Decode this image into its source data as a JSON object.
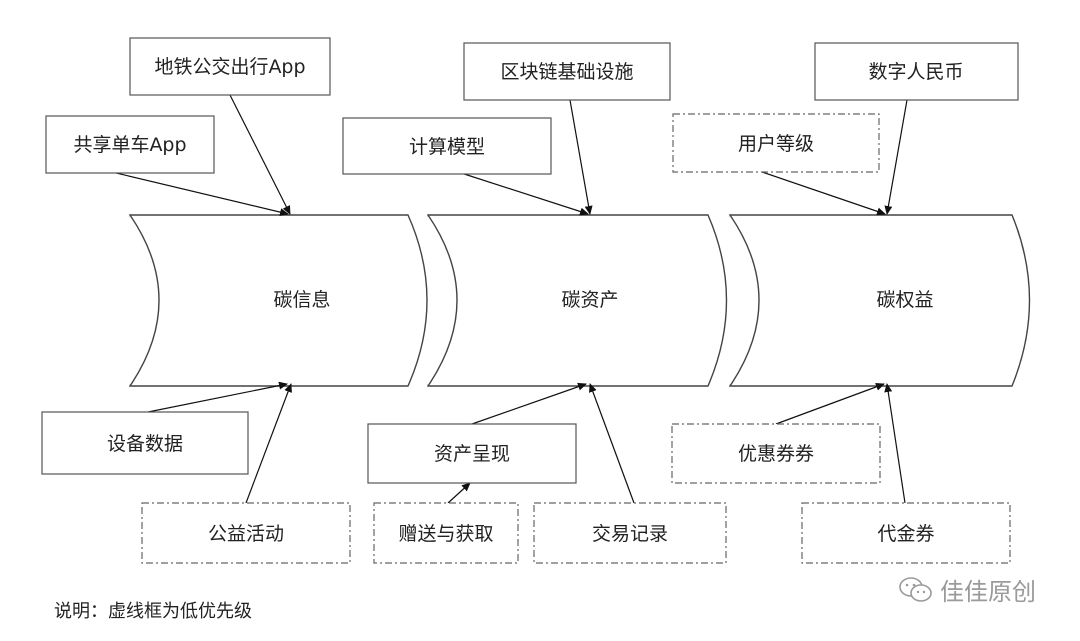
{
  "stages": [
    {
      "id": "info",
      "label": "碳信息"
    },
    {
      "id": "asset",
      "label": "碳资产"
    },
    {
      "id": "equity",
      "label": "碳权益"
    }
  ],
  "boxes": {
    "metro": "地铁公交出行App",
    "bike": "共享单车App",
    "device": "设备数据",
    "charity": "公益活动",
    "blockchain": "区块链基础设施",
    "model": "计算模型",
    "present": "资产呈现",
    "gift": "赠送与获取",
    "trade": "交易记录",
    "ecny": "数字人民币",
    "level": "用户等级",
    "coupon": "优惠券券",
    "voucher": "代金券"
  },
  "box_styles": {
    "solid": [
      "metro",
      "bike",
      "device",
      "blockchain",
      "model",
      "present",
      "ecny"
    ],
    "dashed": [
      "charity",
      "gift",
      "trade",
      "level",
      "coupon",
      "voucher"
    ]
  },
  "footnote": "说明：虚线框为低优先级",
  "watermark": "佳佳原创",
  "watermark_icon": "wechat-icon",
  "colors": {
    "stroke": "#444444",
    "text": "#222222",
    "watermark": "#9a9a9a"
  }
}
